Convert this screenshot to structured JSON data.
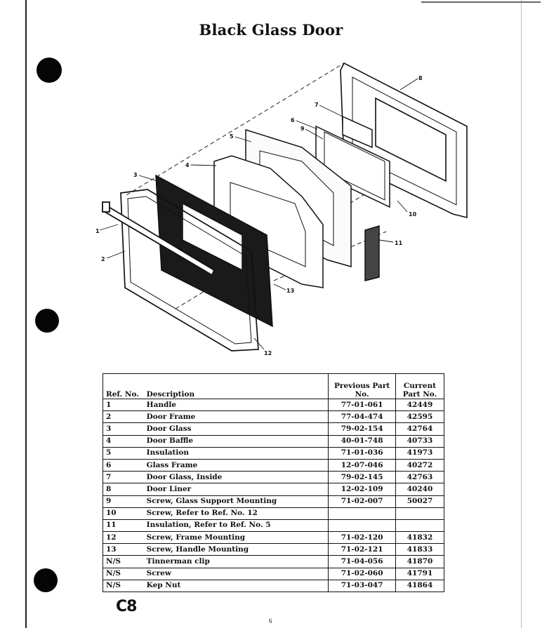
{
  "title": "Black Glass Door",
  "page_code": "C8",
  "page_number": "6",
  "diagram": {
    "callouts": [
      "1",
      "2",
      "3",
      "4",
      "5",
      "6",
      "7",
      "8",
      "9",
      "10",
      "11",
      "12",
      "13"
    ]
  },
  "table": {
    "headers": {
      "ref": "Ref. No.",
      "description": "Description",
      "previous": "Previous Part No.",
      "current": "Current Part No."
    },
    "rows": [
      {
        "ref": "1",
        "description": "Handle",
        "previous": "77-01-061",
        "current": "42449"
      },
      {
        "ref": "2",
        "description": "Door Frame",
        "previous": "77-04-474",
        "current": "42595"
      },
      {
        "ref": "3",
        "description": "Door Glass",
        "previous": "79-02-154",
        "current": "42764"
      },
      {
        "ref": "4",
        "description": "Door Baffle",
        "previous": "40-01-748",
        "current": "40733"
      },
      {
        "ref": "5",
        "description": "Insulation",
        "previous": "71-01-036",
        "current": "41973"
      },
      {
        "ref": "6",
        "description": "Glass Frame",
        "previous": "12-07-046",
        "current": "40272"
      },
      {
        "ref": "7",
        "description": "Door Glass, Inside",
        "previous": "79-02-145",
        "current": "42763"
      },
      {
        "ref": "8",
        "description": "Door Liner",
        "previous": "12-02-109",
        "current": "40240"
      },
      {
        "ref": "9",
        "description": "Screw, Glass Support Mounting",
        "previous": "71-02-007",
        "current": "50027"
      },
      {
        "ref": "10",
        "description": "Screw, Refer to Ref. No. 12",
        "previous": "",
        "current": ""
      },
      {
        "ref": "11",
        "description": "Insulation, Refer to Ref. No. 5",
        "previous": "",
        "current": ""
      },
      {
        "ref": "12",
        "description": "Screw, Frame Mounting",
        "previous": "71-02-120",
        "current": "41832"
      },
      {
        "ref": "13",
        "description": "Screw, Handle Mounting",
        "previous": "71-02-121",
        "current": "41833"
      },
      {
        "ref": "N/S",
        "description": "Tinnerman clip",
        "previous": "71-04-056",
        "current": "41870"
      },
      {
        "ref": "N/S",
        "description": "Screw",
        "previous": "71-02-060",
        "current": "41791"
      },
      {
        "ref": "N/S",
        "description": "Kep Nut",
        "previous": "71-03-047",
        "current": "41864"
      }
    ]
  }
}
